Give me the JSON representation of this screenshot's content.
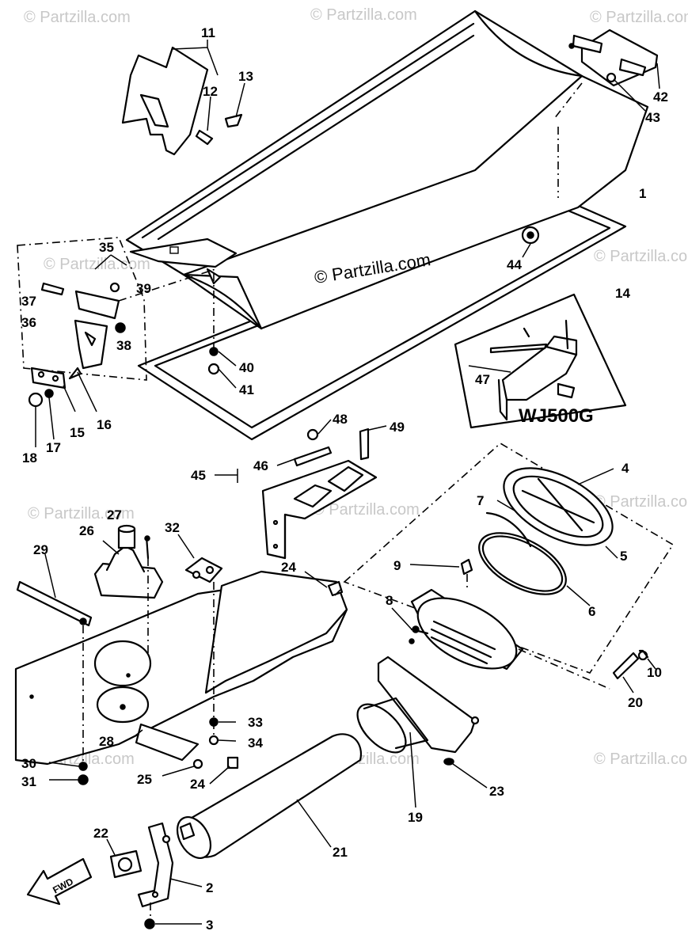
{
  "watermark": "© Partzilla.com",
  "variant_label": "WJ500G",
  "forward_label": "FWD",
  "callouts": {
    "c1": "1",
    "c2": "2",
    "c3": "3",
    "c4": "4",
    "c5": "5",
    "c6": "6",
    "c7": "7",
    "c8": "8",
    "c9": "9",
    "c10": "10",
    "c11": "11",
    "c12": "12",
    "c13": "13",
    "c14": "14",
    "c15": "15",
    "c16": "16",
    "c17": "17",
    "c18": "18",
    "c19": "19",
    "c20": "20",
    "c21": "21",
    "c22": "22",
    "c23": "23",
    "c24a": "24",
    "c24b": "24",
    "c25": "25",
    "c26": "26",
    "c27": "27",
    "c28": "28",
    "c29": "29",
    "c30": "30",
    "c31": "31",
    "c32": "32",
    "c33": "33",
    "c34": "34",
    "c35": "35",
    "c36": "36",
    "c37": "37",
    "c38": "38",
    "c39": "39",
    "c40": "40",
    "c41": "41",
    "c42": "42",
    "c43": "43",
    "c44": "44",
    "c45": "45",
    "c46": "46",
    "c47": "47",
    "c48": "48",
    "c49": "49"
  }
}
